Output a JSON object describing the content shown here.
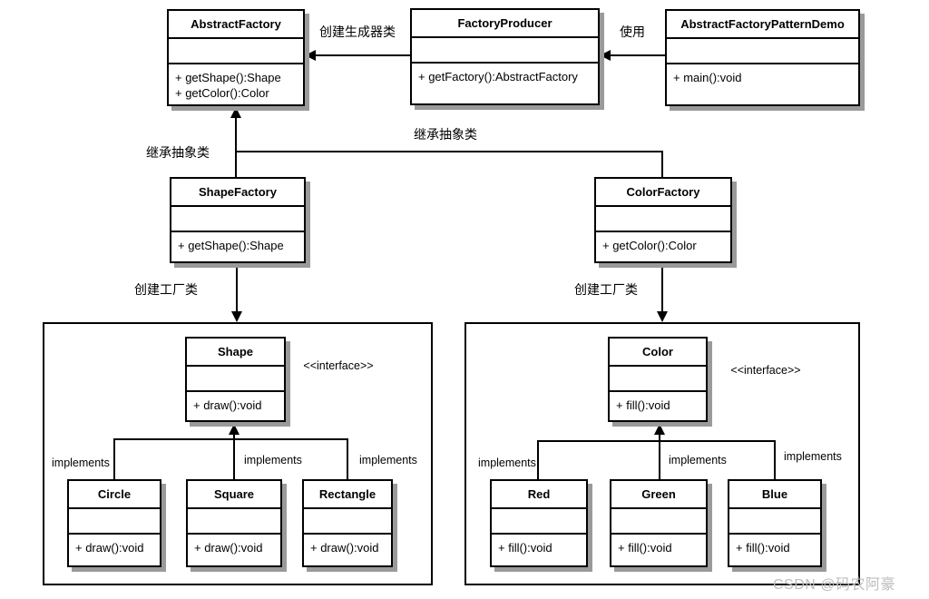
{
  "labels": {
    "create_producer": "创建生成器类",
    "use": "使用",
    "inherit_abstract": "继承抽象类",
    "create_factory": "创建工厂类",
    "interface_stereotype": "<<interface>>",
    "implements": "implements"
  },
  "classes": [
    {
      "name": "AbstractFactory",
      "methods": [
        "+ getShape():Shape",
        "+ getColor():Color"
      ]
    },
    {
      "name": "FactoryProducer",
      "methods": [
        "+ getFactory():AbstractFactory"
      ]
    },
    {
      "name": "AbstractFactoryPatternDemo",
      "methods": [
        "+ main():void"
      ]
    },
    {
      "name": "ShapeFactory",
      "methods": [
        "+ getShape():Shape"
      ]
    },
    {
      "name": "ColorFactory",
      "methods": [
        "+ getColor():Color"
      ]
    },
    {
      "name": "Shape",
      "methods": [
        "+ draw():void"
      ]
    },
    {
      "name": "Circle",
      "methods": [
        "+ draw():void"
      ]
    },
    {
      "name": "Square",
      "methods": [
        "+ draw():void"
      ]
    },
    {
      "name": "Rectangle",
      "methods": [
        "+ draw():void"
      ]
    },
    {
      "name": "Color",
      "methods": [
        "+ fill():void"
      ]
    },
    {
      "name": "Red",
      "methods": [
        "+ fill():void"
      ]
    },
    {
      "name": "Green",
      "methods": [
        "+ fill():void"
      ]
    },
    {
      "name": "Blue",
      "methods": [
        "+ fill():void"
      ]
    }
  ],
  "watermark": "CSDN @码农阿豪",
  "colors": {
    "line": "#000000",
    "shadow": "#9a9a9a",
    "background": "#ffffff",
    "watermark": "#bdbdbd"
  }
}
